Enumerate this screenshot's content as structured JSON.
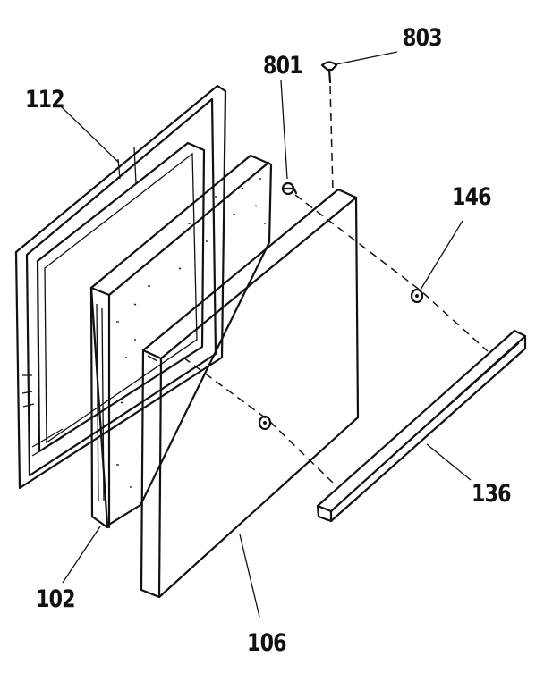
{
  "callouts": {
    "p112": "112",
    "p102": "102",
    "p106": "106",
    "p801": "801",
    "p803": "803",
    "p146": "146",
    "p136": "136"
  }
}
